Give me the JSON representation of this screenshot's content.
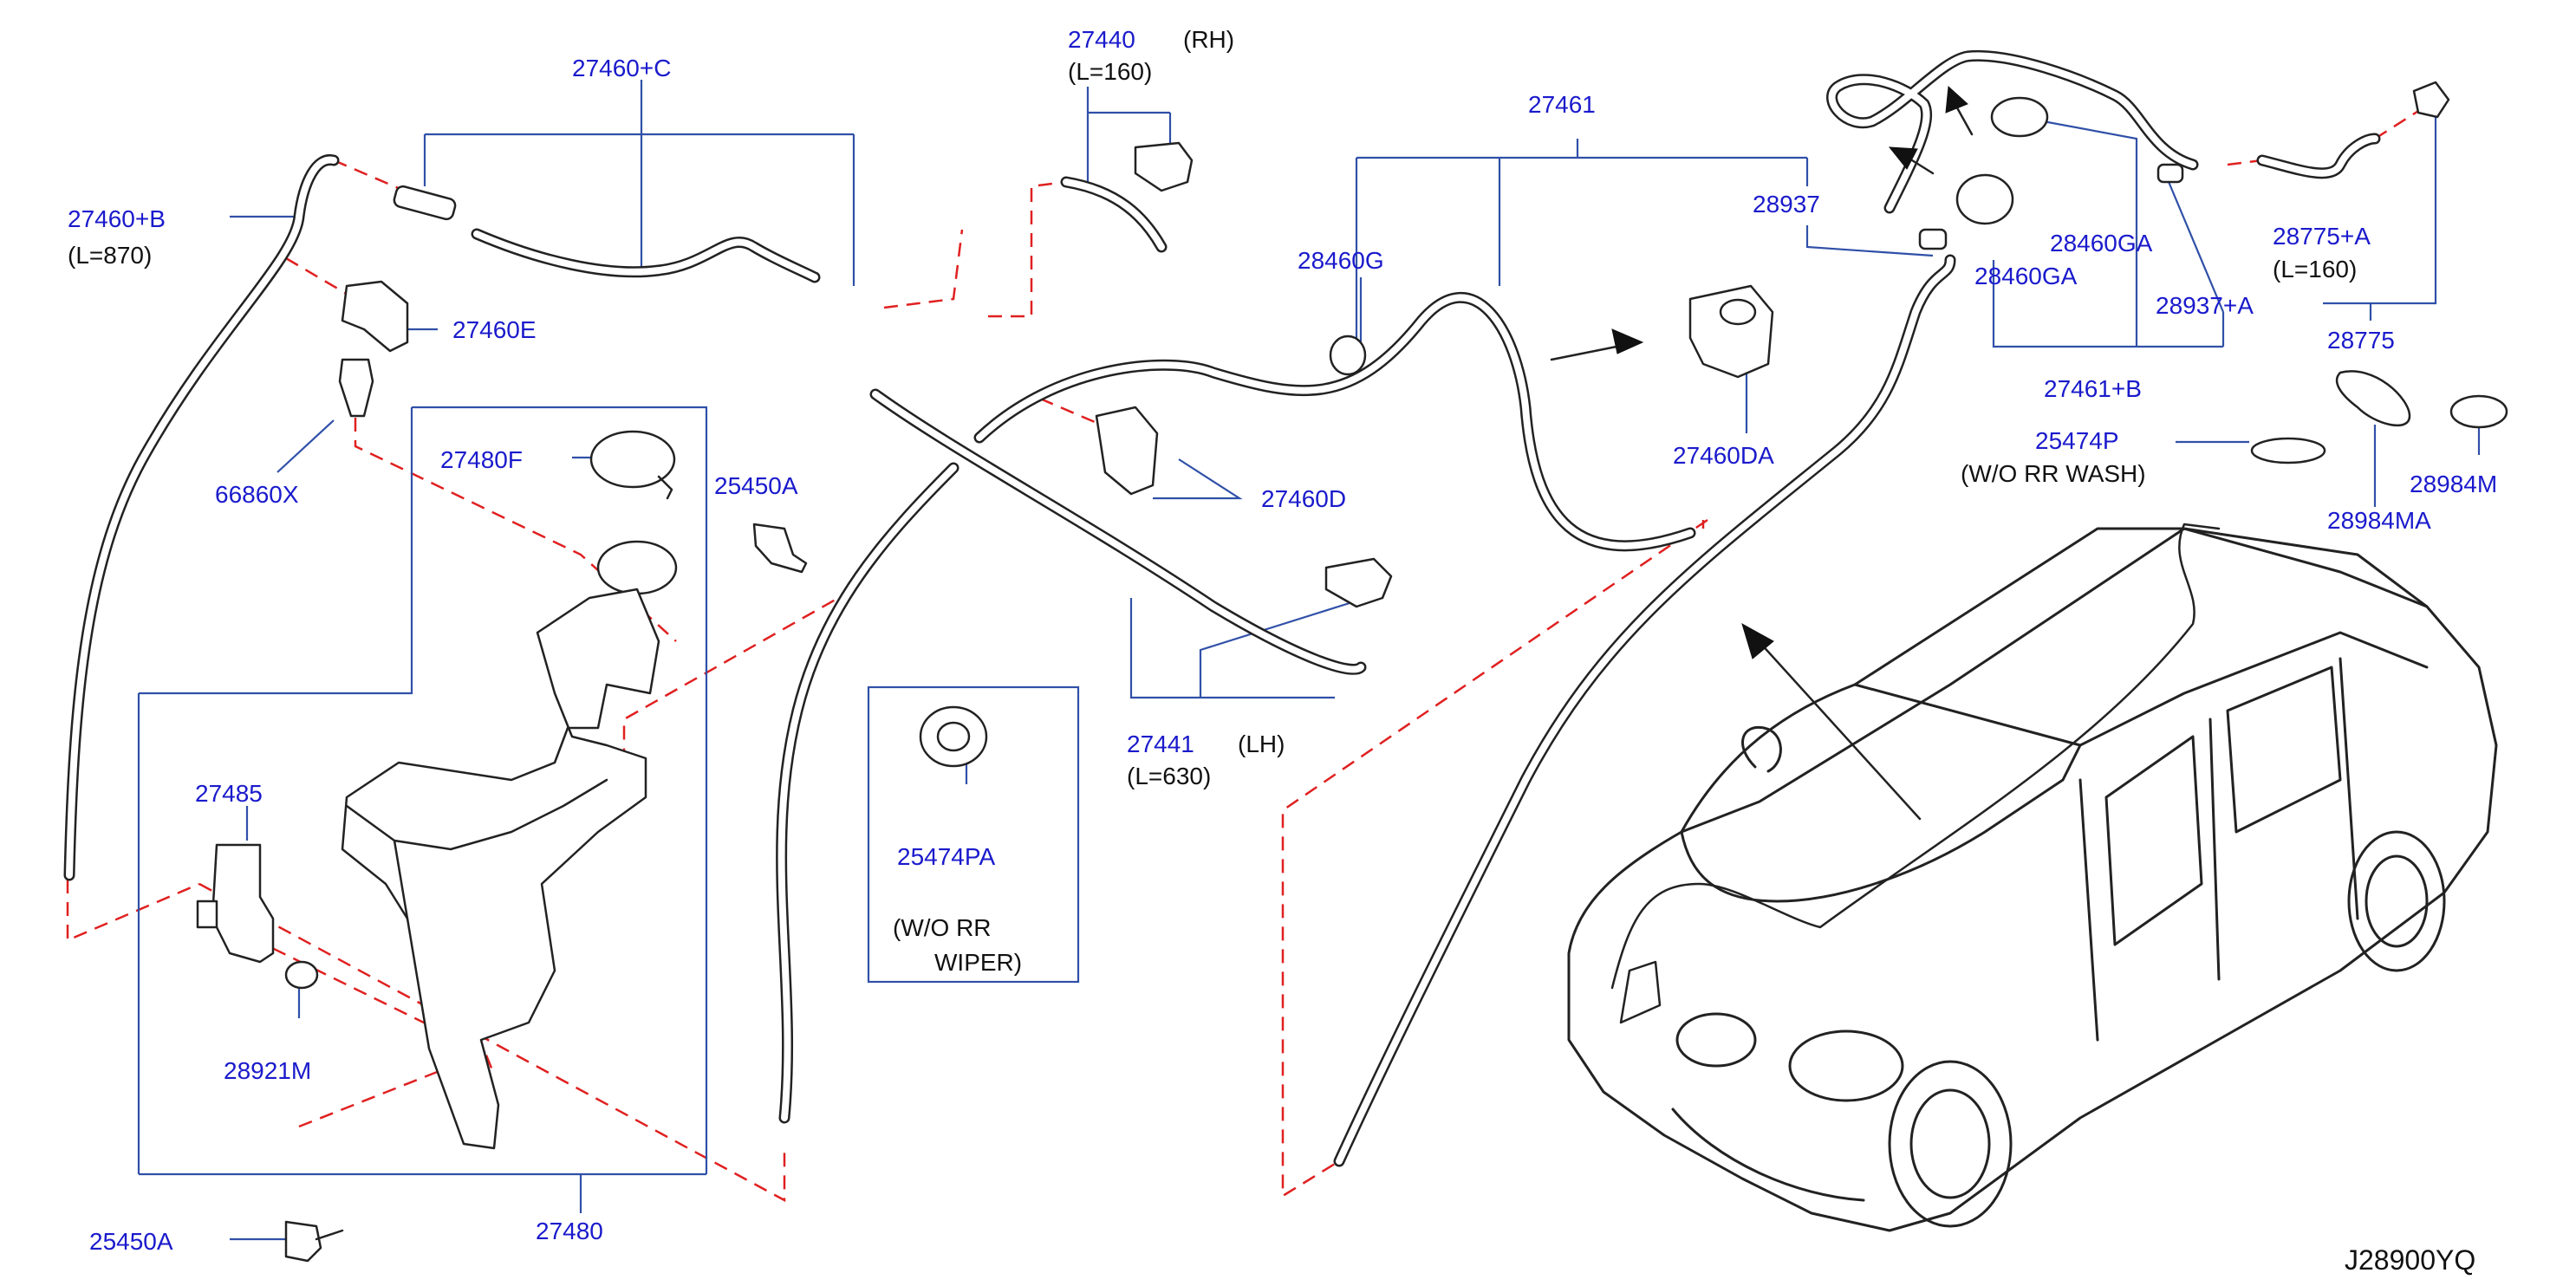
{
  "diagram_code": "J28900YQ",
  "colors": {
    "label_blue": "#1a1acc",
    "leader_blue": "#3050a8",
    "dash_red": "#e02020",
    "line": "#222222"
  },
  "labels": {
    "p27460C": "27460+C",
    "p27460B": "27460+B",
    "p27460B_len": "(L=870)",
    "p27460E": "27460E",
    "p66860X": "66860X",
    "p27480F": "27480F",
    "p25450A_top": "25450A",
    "p27485": "27485",
    "p28921M": "28921M",
    "p27480": "27480",
    "p25450A_bottom": "25450A",
    "p27440": "27440",
    "p27440_side": "(RH)",
    "p27440_len": "(L=160)",
    "p27460D": "27460D",
    "p27441": "27441",
    "p27441_side": "(LH)",
    "p27441_len": "(L=630)",
    "p25474PA": "25474PA",
    "p25474PA_note1": "(W/O   RR",
    "p25474PA_note2": "WIPER)",
    "p27461": "27461",
    "p28460G": "28460G",
    "p28937": "28937",
    "p27460DA": "27460DA",
    "p28460GA_a": "28460GA",
    "p28460GA_b": "28460GA",
    "p28937A": "28937+A",
    "p27461B": "27461+B",
    "p28775A": "28775+A",
    "p28775A_len": "(L=160)",
    "p28775": "28775",
    "p25474P": "25474P",
    "p25474P_note": "(W/O   RR   WASH)",
    "p28984MA": "28984MA",
    "p28984M": "28984M"
  }
}
